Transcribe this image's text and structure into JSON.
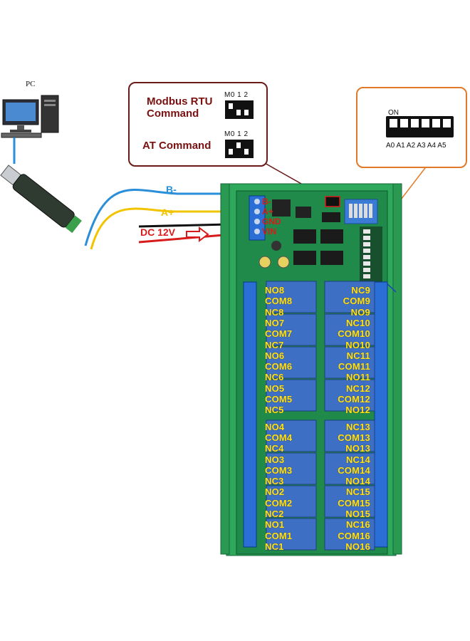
{
  "pc": {
    "label": "PC"
  },
  "callout_left": {
    "modbus_label": "Modbus RTU Command",
    "modbus_dip_header": "M0 1 2",
    "at_label": "AT Command",
    "at_dip_header": "M0 1 2"
  },
  "callout_right": {
    "on_label": "ON",
    "address_labels": "A0 A1 A2 A3 A4 A5"
  },
  "wires": {
    "b_minus": "B-",
    "a_plus": "A+",
    "dc": "DC 12V"
  },
  "terminals": {
    "b": "B-",
    "a": "A+",
    "gnd": "GND",
    "vin": "VIN"
  },
  "relay_labels_left": [
    "NO8",
    "COM8",
    "NC8",
    "NO7",
    "COM7",
    "NC7",
    "NO6",
    "COM6",
    "NC6",
    "NO5",
    "COM5",
    "NC5",
    "NO4",
    "COM4",
    "NC4",
    "NO3",
    "COM3",
    "NC3",
    "NO2",
    "COM2",
    "NC2",
    "NO1",
    "COM1",
    "NC1"
  ],
  "relay_labels_right": [
    "NC9",
    "COM9",
    "NO9",
    "NC10",
    "COM10",
    "NO10",
    "NC11",
    "COM11",
    "NO11",
    "NC12",
    "COM12",
    "NO12",
    "NC13",
    "COM13",
    "NO13",
    "NC14",
    "COM14",
    "NO14",
    "NC15",
    "COM15",
    "NO15",
    "NC16",
    "COM16",
    "NO16"
  ],
  "colors": {
    "board": "#1f8a4a",
    "rail": "#2ea85a",
    "relay": "#3d6fc4",
    "label": "#ffe11a",
    "wire_blue": "#2a8fd8",
    "wire_yellow": "#f2c400",
    "wire_red": "#d81b1b",
    "callout_left_border": "#6b1a1a",
    "callout_right_border": "#e07a2a"
  }
}
